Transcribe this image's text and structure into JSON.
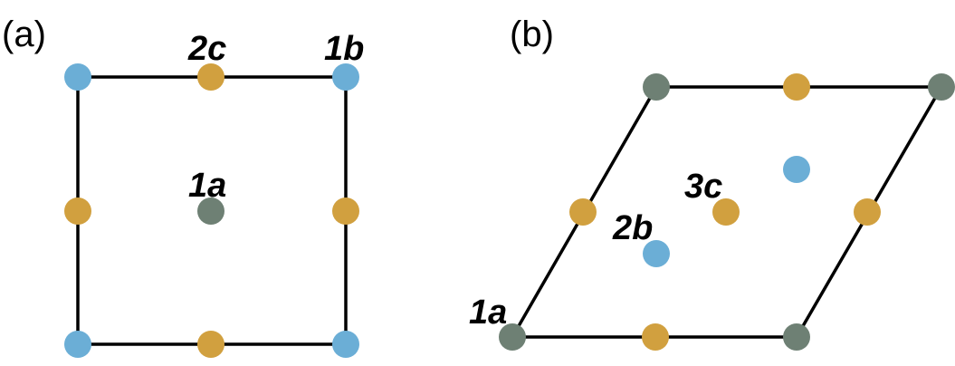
{
  "colors": {
    "site_1a": "#6e8074",
    "site_b": "#6baed6",
    "site_c": "#d1a03f",
    "edge": "#000000"
  },
  "panel_a": {
    "label": "(a)",
    "site_labels": {
      "a1": "1a",
      "b1": "1b",
      "c2": "2c"
    }
  },
  "panel_b": {
    "label": "(b)",
    "site_labels": {
      "a1": "1a",
      "b2": "2b",
      "c3": "3c"
    }
  }
}
